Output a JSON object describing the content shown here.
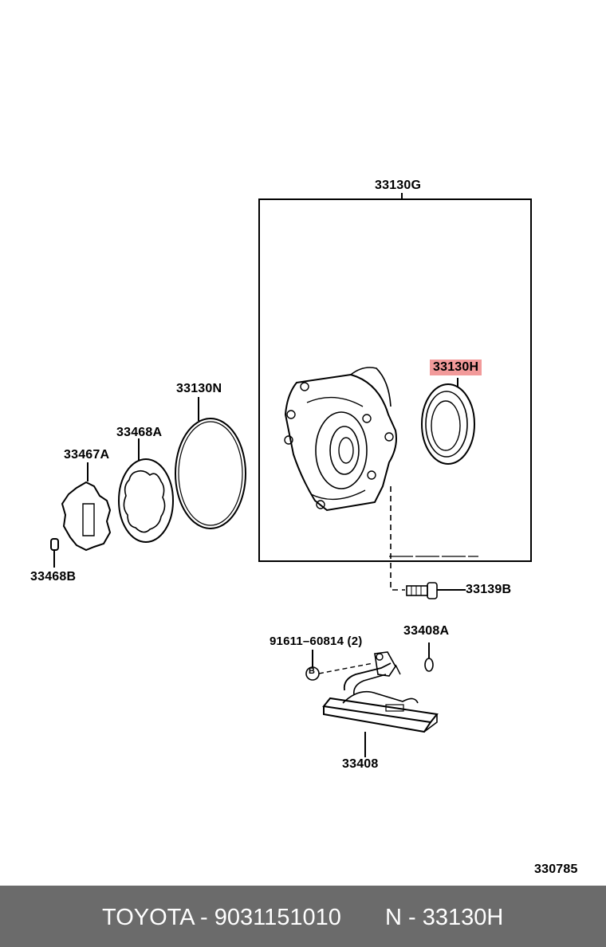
{
  "diagram": {
    "labels": {
      "assembly": "33130G",
      "oil_seal": "33130H",
      "o_ring": "33130N",
      "driven_gear": "33468A",
      "drive_gear": "33467A",
      "key": "33468B",
      "bolt": "33139B",
      "bolt_std": "91611–60814 (2)",
      "b_marker": "B",
      "strainer_ring": "33408A",
      "strainer": "33408",
      "illustration_no": "330785"
    },
    "highlight_color": "#f29a9a"
  },
  "footer": {
    "brand_part": "TOYOTA - 9031151010",
    "ref": "N - 33130H"
  }
}
